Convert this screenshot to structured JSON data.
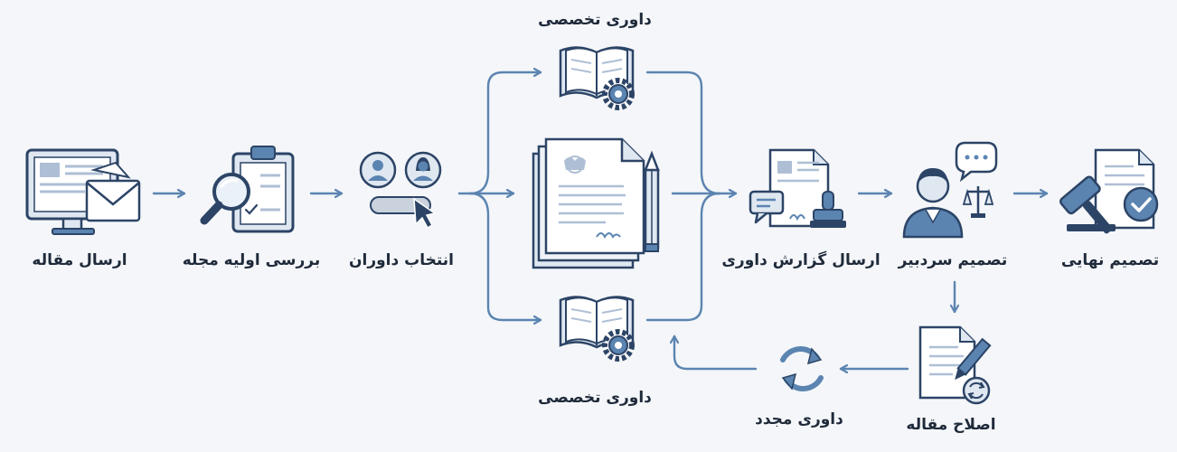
{
  "steps": {
    "submit": "ارسال مقاله",
    "initial_review": "بررسی اولیه مجله",
    "select_reviewers": "انتخاب داوران",
    "expert_review_top": "داوری تخصصی",
    "expert_review_bottom": "داوری تخصصی",
    "send_report": "ارسال گزارش داوری",
    "editor_decision": "تصمیم سردبیر",
    "final_decision": "تصمیم نهایی",
    "revise_paper": "اصلاح مقاله",
    "re_review": "داوری مجدد"
  },
  "colors": {
    "background": "#f4f6f9",
    "accent": "#5b84b1",
    "dark": "#2c4466",
    "light_fill": "#dfe7f1",
    "paper": "#ffffff"
  }
}
